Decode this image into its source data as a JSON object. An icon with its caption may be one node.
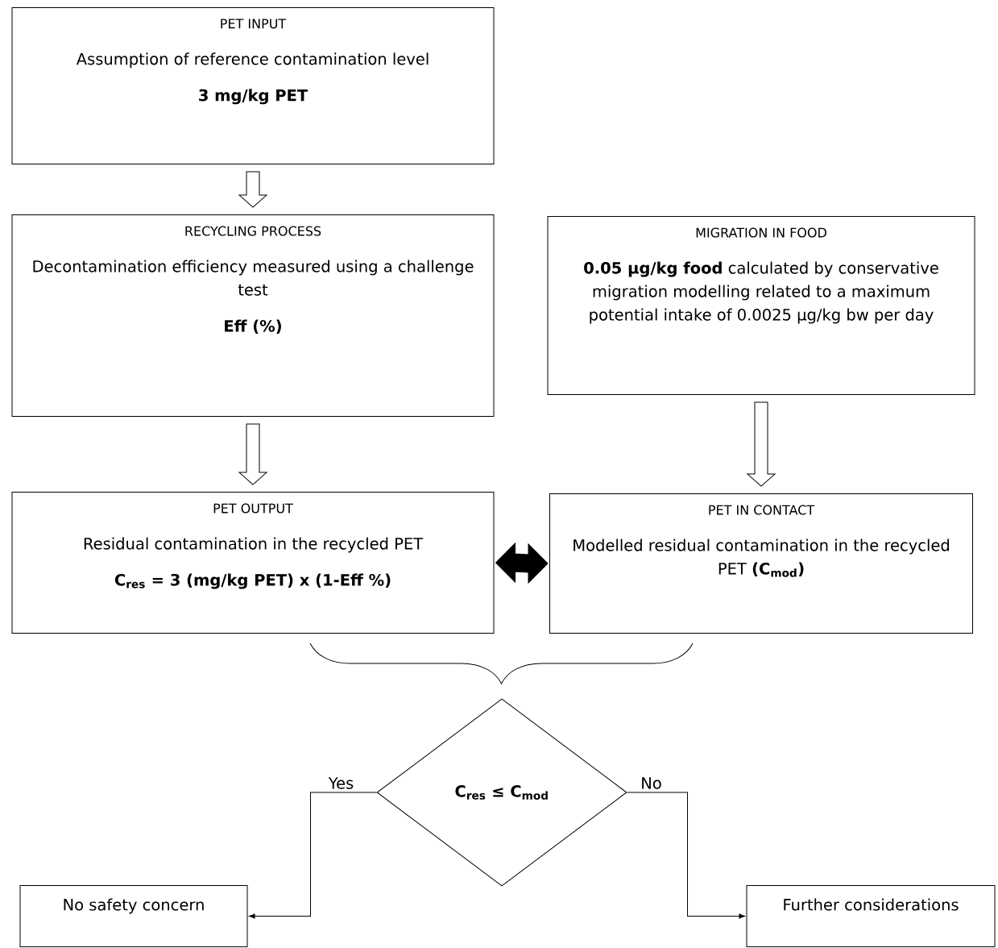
{
  "diagram": {
    "nodes": [
      {
        "text": [
          "PET INPUT",
          "Assumption of reference contamination level",
          "3 mg/kg PET"
        ]
      },
      {
        "text": [
          "RECYCLING PROCESS",
          "Decontamination efficiency measured using a challenge test",
          "Eff (%)"
        ]
      },
      {
        "text": [
          "MIGRATION IN FOOD",
          "**0.05 µg/kg food** calculated by conservative migration modelling related to a maximum potential intake of 0.0025 µg/kg bw per day"
        ]
      },
      {
        "text": [
          "PET OUTPUT",
          "Residual contamination in the recycled PET",
          "C$_{res}$ = 3 (mg/kg PET) x (1-Eff %)"
        ]
      },
      {
        "text": [
          "PET IN CONTACT",
          "Modelled residual contamination in the recycled PET **(C$_{mod}$)**"
        ]
      },
      {
        "text": [
          "C$_{res}$ ≤ C$_{mod}$"
        ]
      },
      {
        "text": [
          "No safety concern"
        ]
      },
      {
        "text": [
          "Further considerations"
        ]
      }
    ],
    "edges": [
      {
        "from": 0,
        "to": 1,
        "arrow": "to"
      },
      {
        "from": 1,
        "to": 3,
        "arrow": "to"
      },
      {
        "from": 2,
        "to": 4,
        "arrow": "to"
      },
      {
        "from": 3,
        "to": 4,
        "arrow": "both",
        "style": "thick"
      },
      {
        "from": 5,
        "to": 6,
        "arrow": "to",
        "label": "Yes"
      },
      {
        "from": 5,
        "to": 7,
        "arrow": "to",
        "label": "No"
      }
    ]
  }
}
